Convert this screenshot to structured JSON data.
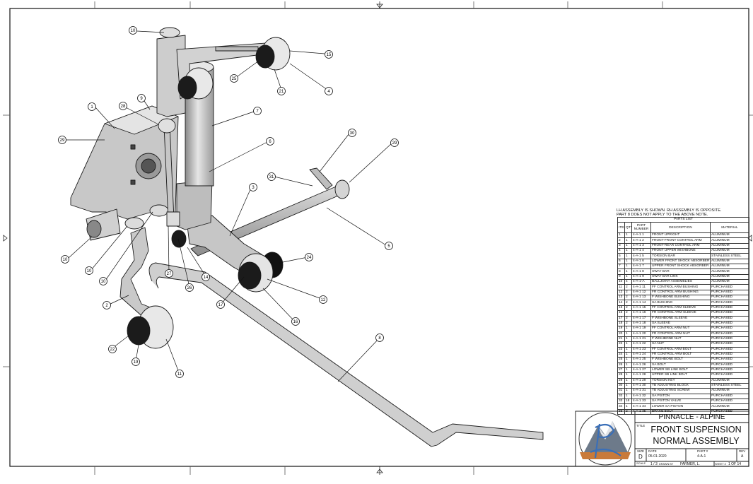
{
  "notes": {
    "line1": "LH ASSEMBLY IS SHOWN.  RH ASSEMBLY IS OPPOSITE.",
    "line2": "PART 8 DOES NOT APPLY TO THE ABOVE NOTE."
  },
  "parts_list": {
    "title": "PARTS LIST",
    "headers": {
      "item": "ITEM",
      "qty": "QTY",
      "part_number": "PART NUMBER",
      "description": "DESCRIPTION",
      "material": "MATERIAL"
    },
    "rows": [
      [
        "1",
        "1",
        "4-A-1 1",
        "FRONT UPRIGHT",
        "ALUMINUM"
      ],
      [
        "2",
        "1",
        "4-A-1 2",
        "FRONT-FRONT CONTROL ARM",
        "ALUMINUM"
      ],
      [
        "3",
        "1",
        "4-A-1 3",
        "FRONT-REAR CONTROL ARM",
        "ALUMINUM"
      ],
      [
        "4",
        "1",
        "4-A-1 4",
        "FRONT UPPER WISHBONE",
        "ALUMINUM"
      ],
      [
        "5",
        "1",
        "4-A-1 5",
        "TORSION BAR",
        "STAINLESS STEEL"
      ],
      [
        "6",
        "1",
        "4-A-1 6",
        "LOWER FRONT SHOCK ABSORBER",
        "ALUMINUM"
      ],
      [
        "7",
        "1",
        "4-A-1 7",
        "UPPER FRONT SHOCK ABSORBER",
        "ALUMINUM"
      ],
      [
        "8",
        "1",
        "4-A-1 8",
        "SWAY BAR",
        "ALUMINUM"
      ],
      [
        "9",
        "1",
        "4-A-1 9",
        "SWAY BAR LINK",
        "ALUMINUM"
      ],
      [
        "10",
        "4",
        "4-A-1-A",
        "BALLJOINT ASSEMBLIES",
        "ALUMINUM"
      ],
      [
        "11",
        "2",
        "4-A-1 11",
        "FF CONTROL ARM BUSHING",
        "PURCHASED"
      ],
      [
        "12",
        "2",
        "4-A-1 12",
        "FR CONTROL ARM BUSHING",
        "PURCHASED"
      ],
      [
        "13",
        "2",
        "4-A-1 13",
        "F WISHBONE BUSHING",
        "PURCHASED"
      ],
      [
        "14",
        "2",
        "4-A-1 14",
        "SA BUSHING",
        "PURCHASED"
      ],
      [
        "15",
        "2",
        "4-A-1 15",
        "FF CONTROL ARM SLEEVE",
        "PURCHASED"
      ],
      [
        "16",
        "2",
        "4-A-1 16",
        "FR CONTROL ARM SLEEVE",
        "PURCHASED"
      ],
      [
        "17",
        "2",
        "4-A-1 17",
        "F WISHBONE SLEEVE",
        "PURCHASED"
      ],
      [
        "18",
        "2",
        "4-A-1 18",
        "SA SLEEVE",
        "PURCHASED"
      ],
      [
        "19",
        "1",
        "4-A-1 19",
        "FF CONTROL ARM NUT",
        "PURCHASED"
      ],
      [
        "20",
        "1",
        "4-A-1 20",
        "FR CONTROL ARM NUT",
        "PURCHASED"
      ],
      [
        "21",
        "1",
        "4-A-1 21",
        "F WISHBONE NUT",
        "PURCHASED"
      ],
      [
        "22",
        "1",
        "4-A-1 22",
        "SA NUT",
        "PURCHASED"
      ],
      [
        "23",
        "1",
        "4-A-1 23",
        "FF CONTROL ARM BOLT",
        "PURCHASED"
      ],
      [
        "24",
        "1",
        "4-A-1 24",
        "FR CONTROL ARM BOLT",
        "PURCHASED"
      ],
      [
        "25",
        "1",
        "4-A-1 25",
        "F WISHBONE BOLT",
        "PURCHASED"
      ],
      [
        "26",
        "1",
        "4-A-1 26",
        "SA BOLT",
        "PURCHASED"
      ],
      [
        "27",
        "1",
        "4-A-1 27",
        "LOWER SB LINK BOLT",
        "PURCHASED"
      ],
      [
        "28",
        "1",
        "4-A-1 28",
        "UPPER SB LINK BOLT",
        "PURCHASED"
      ],
      [
        "29",
        "1",
        "4-A-1 29",
        "TORSION KEY",
        "ALUMINUM"
      ],
      [
        "30",
        "1",
        "4-A-1 30",
        "TB ADJUSTING BLOCK",
        "STAINLESS STEEL"
      ],
      [
        "31",
        "1",
        "4-A-1 31",
        "TB ADJUSTING SCREW",
        "ALUMINUM"
      ],
      [
        "32",
        "1",
        "4-A-1 32",
        "SA PISTON",
        "PURCHASED"
      ],
      [
        "33",
        "16",
        "4-A-1 33",
        "SA PISTON VALVE",
        "PURCHASED"
      ],
      [
        "34",
        "1",
        "4-A-1 34",
        "LOWER SA PISTON",
        "ALUMINUM"
      ],
      [
        "35",
        "2",
        "4-A-1 35",
        "BRAKE BOLT",
        "PURCHASED"
      ]
    ]
  },
  "title_block": {
    "company": "PINNACLE - ALPINE",
    "title_label": "TITLE",
    "title_line1": "FRONT SUSPENSION",
    "title_line2": "NORMAL ASSEMBLY",
    "size_label": "SIZE",
    "size": "D",
    "date_label": "DATE",
    "date": "05-01-2020",
    "part_label": "PART #",
    "part": "4-A-1",
    "rev_label": "REV",
    "rev": "A",
    "scale_label": "SCALE",
    "scale": "1 / 3",
    "drawn_label": "DRAWN BY",
    "drawn": "FARMER, L.",
    "sheet_label": "SHEET #",
    "sheet": "1 OF 14"
  },
  "callouts": [
    {
      "n": "10"
    },
    {
      "n": "1"
    },
    {
      "n": "28"
    },
    {
      "n": "9"
    },
    {
      "n": "29"
    },
    {
      "n": "25"
    },
    {
      "n": "21"
    },
    {
      "n": "15"
    },
    {
      "n": "4"
    },
    {
      "n": "7"
    },
    {
      "n": "6"
    },
    {
      "n": "30"
    },
    {
      "n": "29"
    },
    {
      "n": "31"
    },
    {
      "n": "3"
    },
    {
      "n": "5"
    },
    {
      "n": "10"
    },
    {
      "n": "10"
    },
    {
      "n": "10"
    },
    {
      "n": "27"
    },
    {
      "n": "26"
    },
    {
      "n": "14"
    },
    {
      "n": "24"
    },
    {
      "n": "17"
    },
    {
      "n": "12"
    },
    {
      "n": "16"
    },
    {
      "n": "2"
    },
    {
      "n": "22"
    },
    {
      "n": "19"
    },
    {
      "n": "11"
    },
    {
      "n": "8"
    }
  ]
}
